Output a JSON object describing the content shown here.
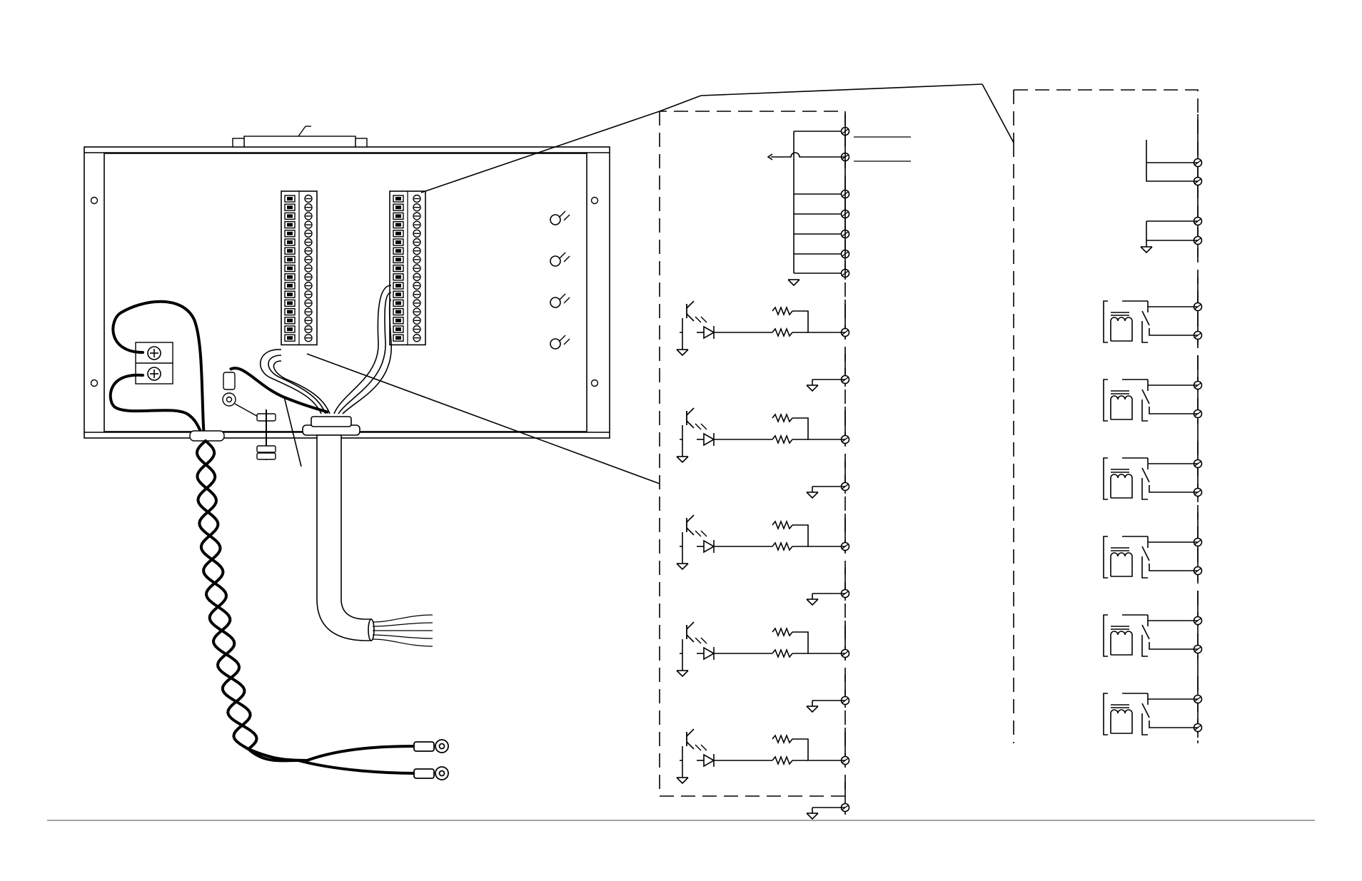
{
  "diagram": {
    "ink_color": "#000000",
    "wire_color": "#000000",
    "cable_fill": "#ffffff",
    "rule_color": "#888888",
    "left_terminal_strip_count": 17,
    "right_terminal_strip_count": 17,
    "indicator_led_count": 4,
    "power_terminal_count": 2,
    "ring_lug_count": 2,
    "cable_wire_count": 5,
    "inputs": {
      "ground_terminal_count": 5,
      "optocoupler_channel_count": 5
    },
    "outputs": {
      "ground_terminal_count": 2,
      "relay_channel_count": 6
    }
  }
}
